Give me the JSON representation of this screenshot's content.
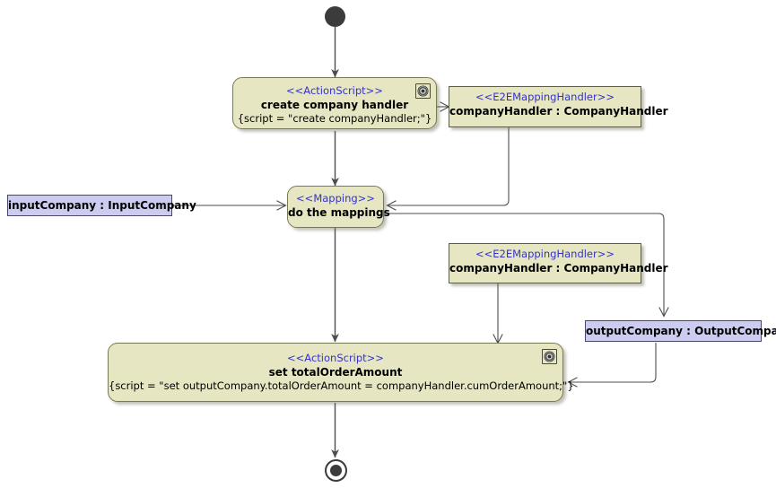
{
  "diagram": {
    "type": "uml-activity-diagram",
    "background": "#ffffff",
    "colors": {
      "action_fill": "#e6e6c3",
      "action_border": "#7a7a52",
      "object_fill": "#e6e6c3",
      "pin_fill": "#ccccf0",
      "pin_border": "#48486a",
      "stereotype_text": "#3333cc",
      "edge": "#4d4d4d",
      "node_marker": "#3b3b3b"
    }
  },
  "nodes": {
    "start": {
      "name": "initial-node",
      "shape": "filled-circle"
    },
    "end": {
      "name": "final-node",
      "shape": "circle-with-filled-center"
    },
    "create_company_handler": {
      "stereotype": "<<ActionScript>>",
      "name": "create company handler",
      "body": "{script = \"create companyHandler;\"}",
      "badge": "gear-icon"
    },
    "do_the_mappings": {
      "stereotype": "<<Mapping>>",
      "name": "do the mappings"
    },
    "set_total_order_amount": {
      "stereotype": "<<ActionScript>>",
      "name": "set totalOrderAmount",
      "body": "{script = \"set outputCompany.totalOrderAmount = companyHandler.cumOrderAmount;\"}",
      "badge": "gear-icon"
    },
    "company_handler_top": {
      "stereotype": "<<E2EMappingHandler>>",
      "name": "companyHandler : CompanyHandler"
    },
    "company_handler_mid": {
      "stereotype": "<<E2EMappingHandler>>",
      "name": "companyHandler : CompanyHandler"
    },
    "input_company": {
      "name": "inputCompany : InputCompany"
    },
    "output_company": {
      "name": "outputCompany : OutputCompany"
    }
  }
}
